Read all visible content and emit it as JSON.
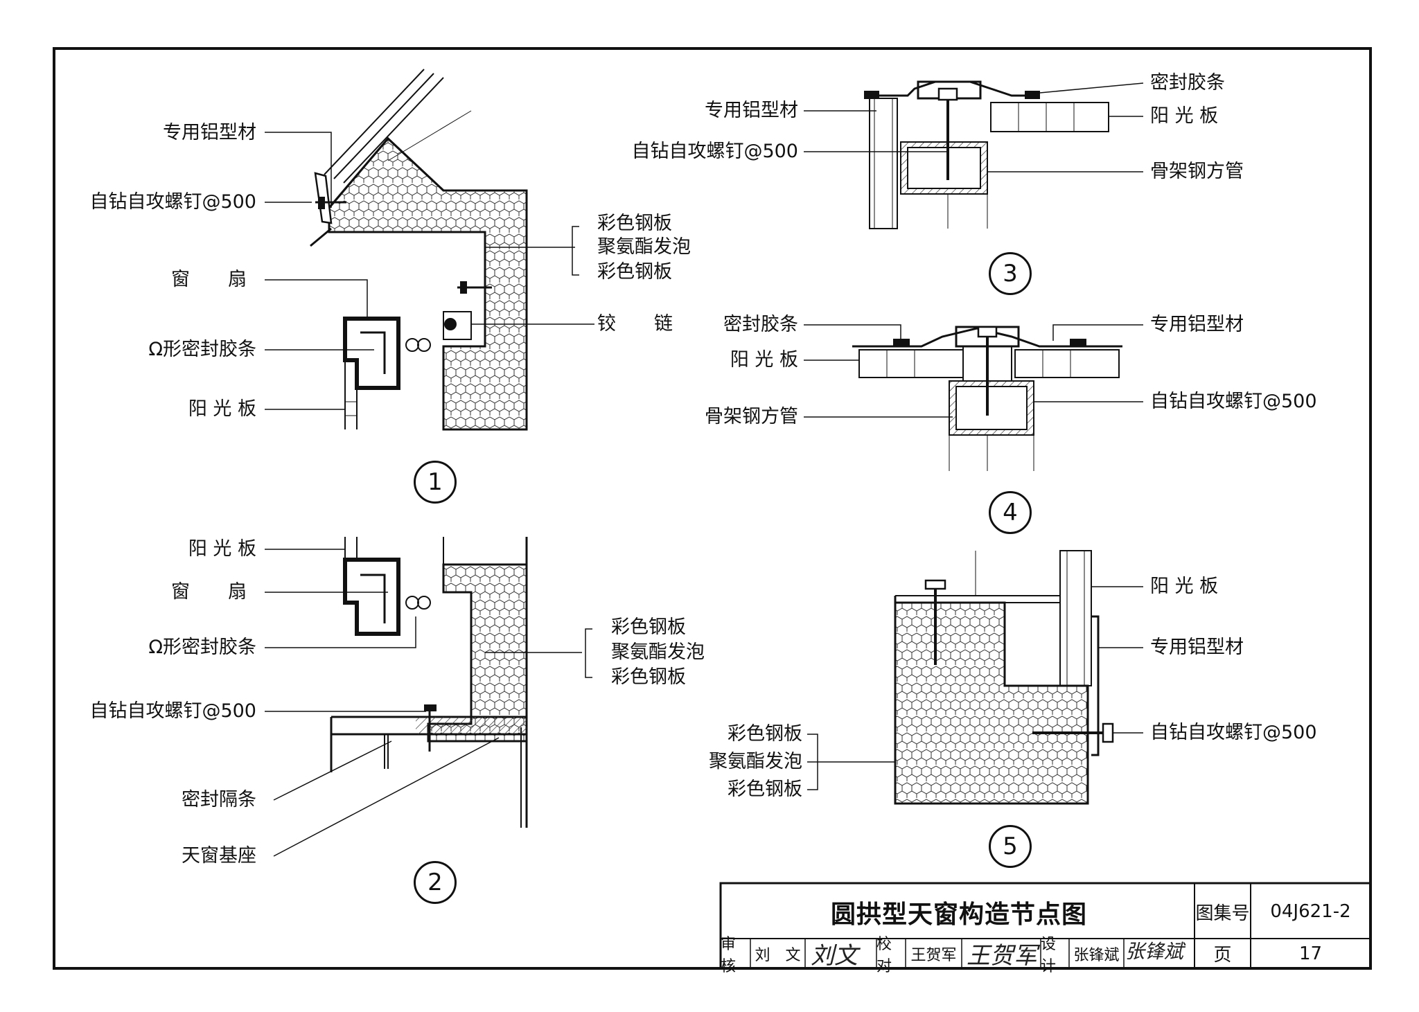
{
  "drawing": {
    "title": "圆拱型天窗构造节点图",
    "atlas_label": "图集号",
    "atlas_number": "04J621-2",
    "page_label": "页",
    "page_number": "17",
    "review_label": "审核",
    "review_name": "刘　文",
    "review_sig": "刘文",
    "check_label": "校对",
    "check_name": "王贺军",
    "check_sig": "王贺军",
    "design_label": "设计",
    "design_name": "张锋斌",
    "design_sig": "张锋斌"
  },
  "detail_numbers": [
    "1",
    "2",
    "3",
    "4",
    "5"
  ],
  "labels": {
    "d1": {
      "profile": "专用铝型材",
      "screw": "自钻自攻螺钉@500",
      "sash": "窗　扇",
      "omega_seal": "Ω形密封胶条",
      "panel": "阳 光 板",
      "steel1": "彩色钢板",
      "foam": "聚氨酯发泡",
      "steel2": "彩色钢板",
      "hinge": "铰　链"
    },
    "d2": {
      "panel": "阳 光 板",
      "sash": "窗　扇",
      "omega_seal": "Ω形密封胶条",
      "screw": "自钻自攻螺钉@500",
      "seal_strip": "密封隔条",
      "base": "天窗基座",
      "steel1": "彩色钢板",
      "foam": "聚氨酯发泡",
      "steel2": "彩色钢板"
    },
    "d3": {
      "profile": "专用铝型材",
      "screw": "自钻自攻螺钉@500",
      "seal": "密封胶条",
      "panel": "阳 光 板",
      "tube": "骨架钢方管"
    },
    "d4": {
      "seal": "密封胶条",
      "panel": "阳 光 板",
      "tube": "骨架钢方管",
      "profile": "专用铝型材",
      "screw": "自钻自攻螺钉@500"
    },
    "d5": {
      "panel": "阳 光 板",
      "profile": "专用铝型材",
      "screw": "自钻自攻螺钉@500",
      "steel1": "彩色钢板",
      "foam": "聚氨酯发泡",
      "steel2": "彩色钢板"
    }
  }
}
